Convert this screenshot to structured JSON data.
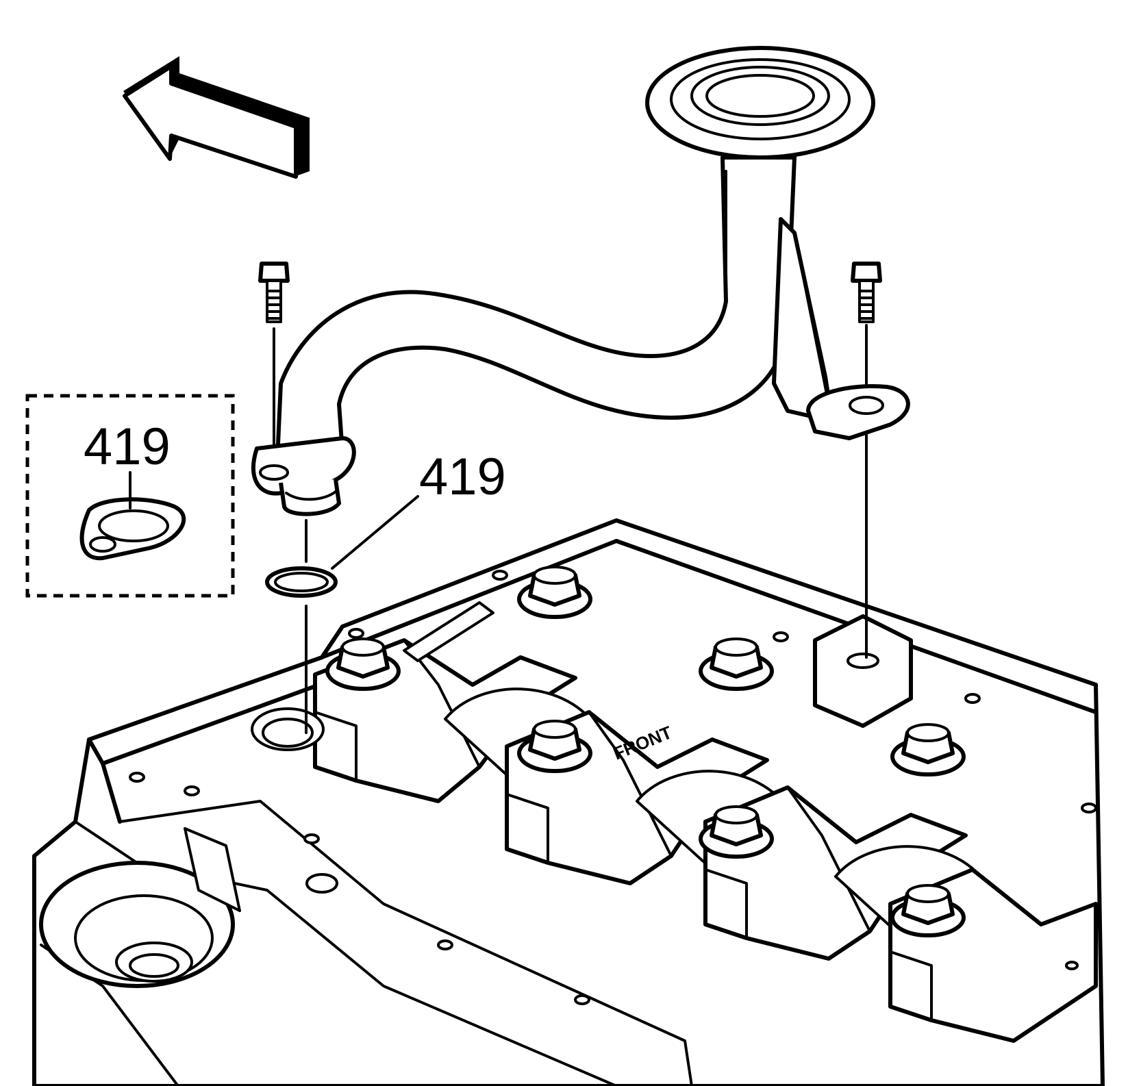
{
  "callouts": {
    "inset_label": "419",
    "main_label": "419"
  },
  "stamp_text": "FRONT",
  "colors": {
    "line": "#000000",
    "background": "#ffffff"
  },
  "icons": {
    "direction_arrow": "front-direction-arrow-icon"
  }
}
